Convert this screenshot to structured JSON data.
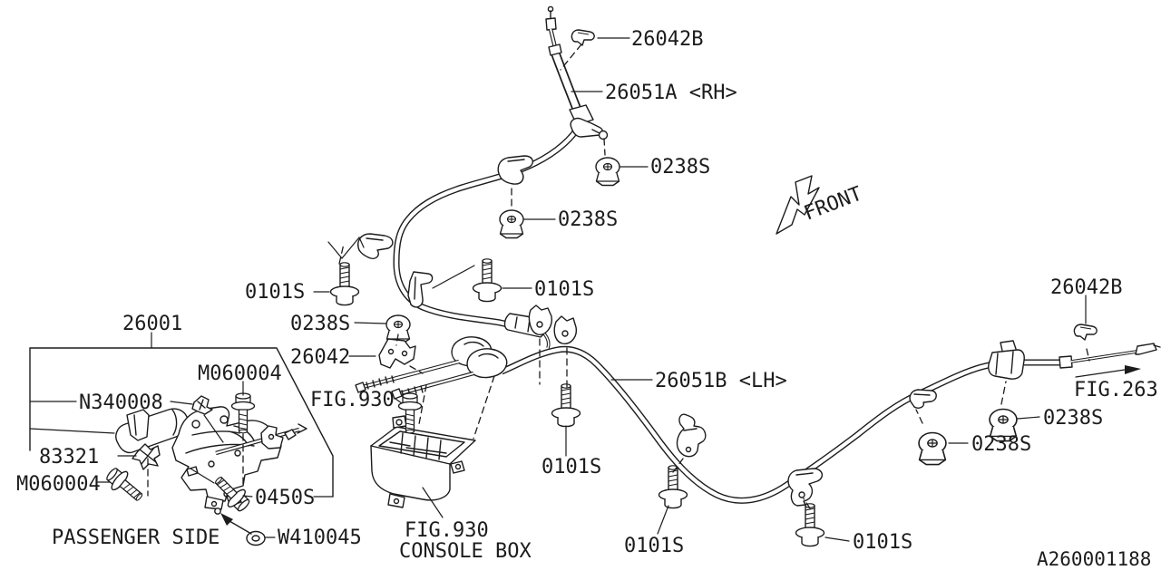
{
  "figure": {
    "drawing_number": "A260001188",
    "front_indicator": "FRONT",
    "passenger_side_note": "PASSENGER SIDE"
  },
  "callouts": [
    {
      "id": "clip-rh-top",
      "label": "26042B"
    },
    {
      "id": "cable-rh",
      "label": "26051A <RH>"
    },
    {
      "id": "nut-top",
      "label": "0238S"
    },
    {
      "id": "nut-mid",
      "label": "0238S"
    },
    {
      "id": "bolt-left",
      "label": "0101S"
    },
    {
      "id": "bolt-center",
      "label": "0101S"
    },
    {
      "id": "lever-assembly",
      "label": "26001"
    },
    {
      "id": "nut-near-bracket",
      "label": "0238S"
    },
    {
      "id": "bracket-mid",
      "label": "26042"
    },
    {
      "id": "bolt-lever-upper",
      "label": "M060004"
    },
    {
      "id": "clip-nut-lever",
      "label": "N340008"
    },
    {
      "id": "fig-930-bolt-ref",
      "label": "FIG.930"
    },
    {
      "id": "cable-lh",
      "label": "26051B <LH>"
    },
    {
      "id": "clip-rear-right",
      "label": "26042B"
    },
    {
      "id": "fig-263-ref",
      "label": "FIG.263"
    },
    {
      "id": "grommet-right-upper",
      "label": "0238S"
    },
    {
      "id": "grommet-right-lower",
      "label": "0238S"
    },
    {
      "id": "switch-bracket",
      "label": "83321"
    },
    {
      "id": "bolt-lever-lower",
      "label": "M060004"
    },
    {
      "id": "screw-lever",
      "label": "0450S"
    },
    {
      "id": "grommet-passenger",
      "label": "W410045"
    },
    {
      "id": "bolt-bottom-center",
      "label": "0101S"
    },
    {
      "id": "bolt-bottom-left",
      "label": "0101S"
    },
    {
      "id": "bolt-bottom-right",
      "label": "0101S"
    },
    {
      "id": "fig-930-console-line1",
      "label": "FIG.930"
    },
    {
      "id": "fig-930-console-line2",
      "label": "CONSOLE BOX"
    }
  ]
}
